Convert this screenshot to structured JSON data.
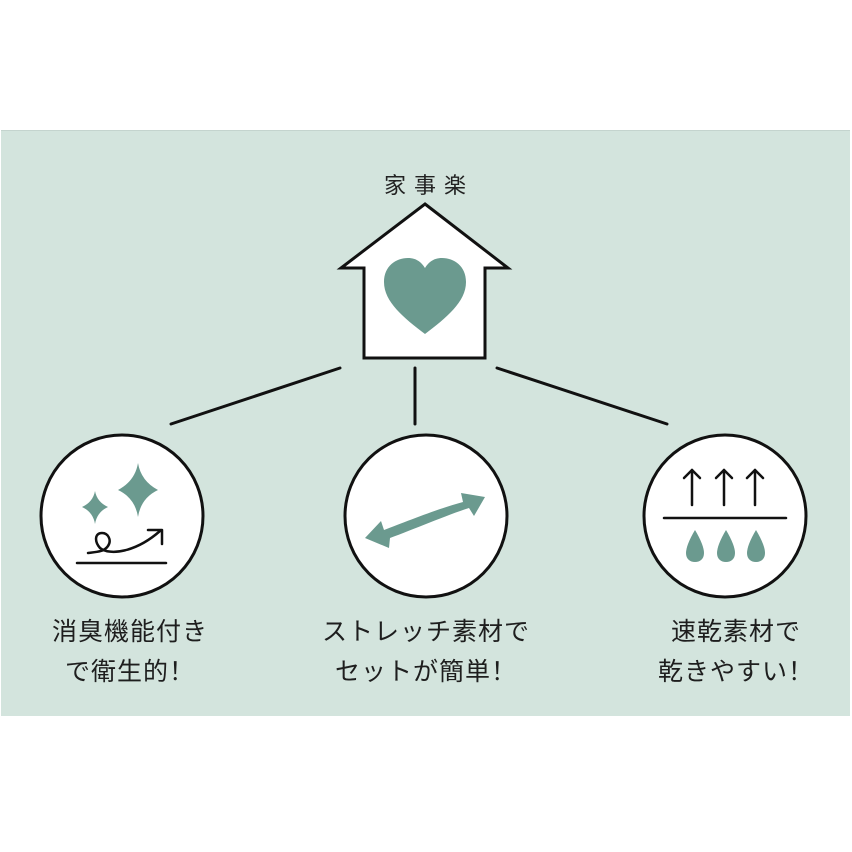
{
  "diagram": {
    "title": "家事楽",
    "colors": {
      "background": "#d3e4dd",
      "accent": "#6b9a8f",
      "stroke": "#111111",
      "fill": "#ffffff"
    },
    "root": {
      "icon": "house-heart-icon",
      "label": "家事楽"
    },
    "features": [
      {
        "icon": "sparkle-deodorize-icon",
        "line1": "消臭機能付き",
        "line2": "で衛生的！"
      },
      {
        "icon": "stretch-arrow-icon",
        "line1": "ストレッチ素材で",
        "line2": "セットが簡単！"
      },
      {
        "icon": "quick-dry-icon",
        "line1": "速乾素材で",
        "line2": "乾きやすい！"
      }
    ]
  }
}
